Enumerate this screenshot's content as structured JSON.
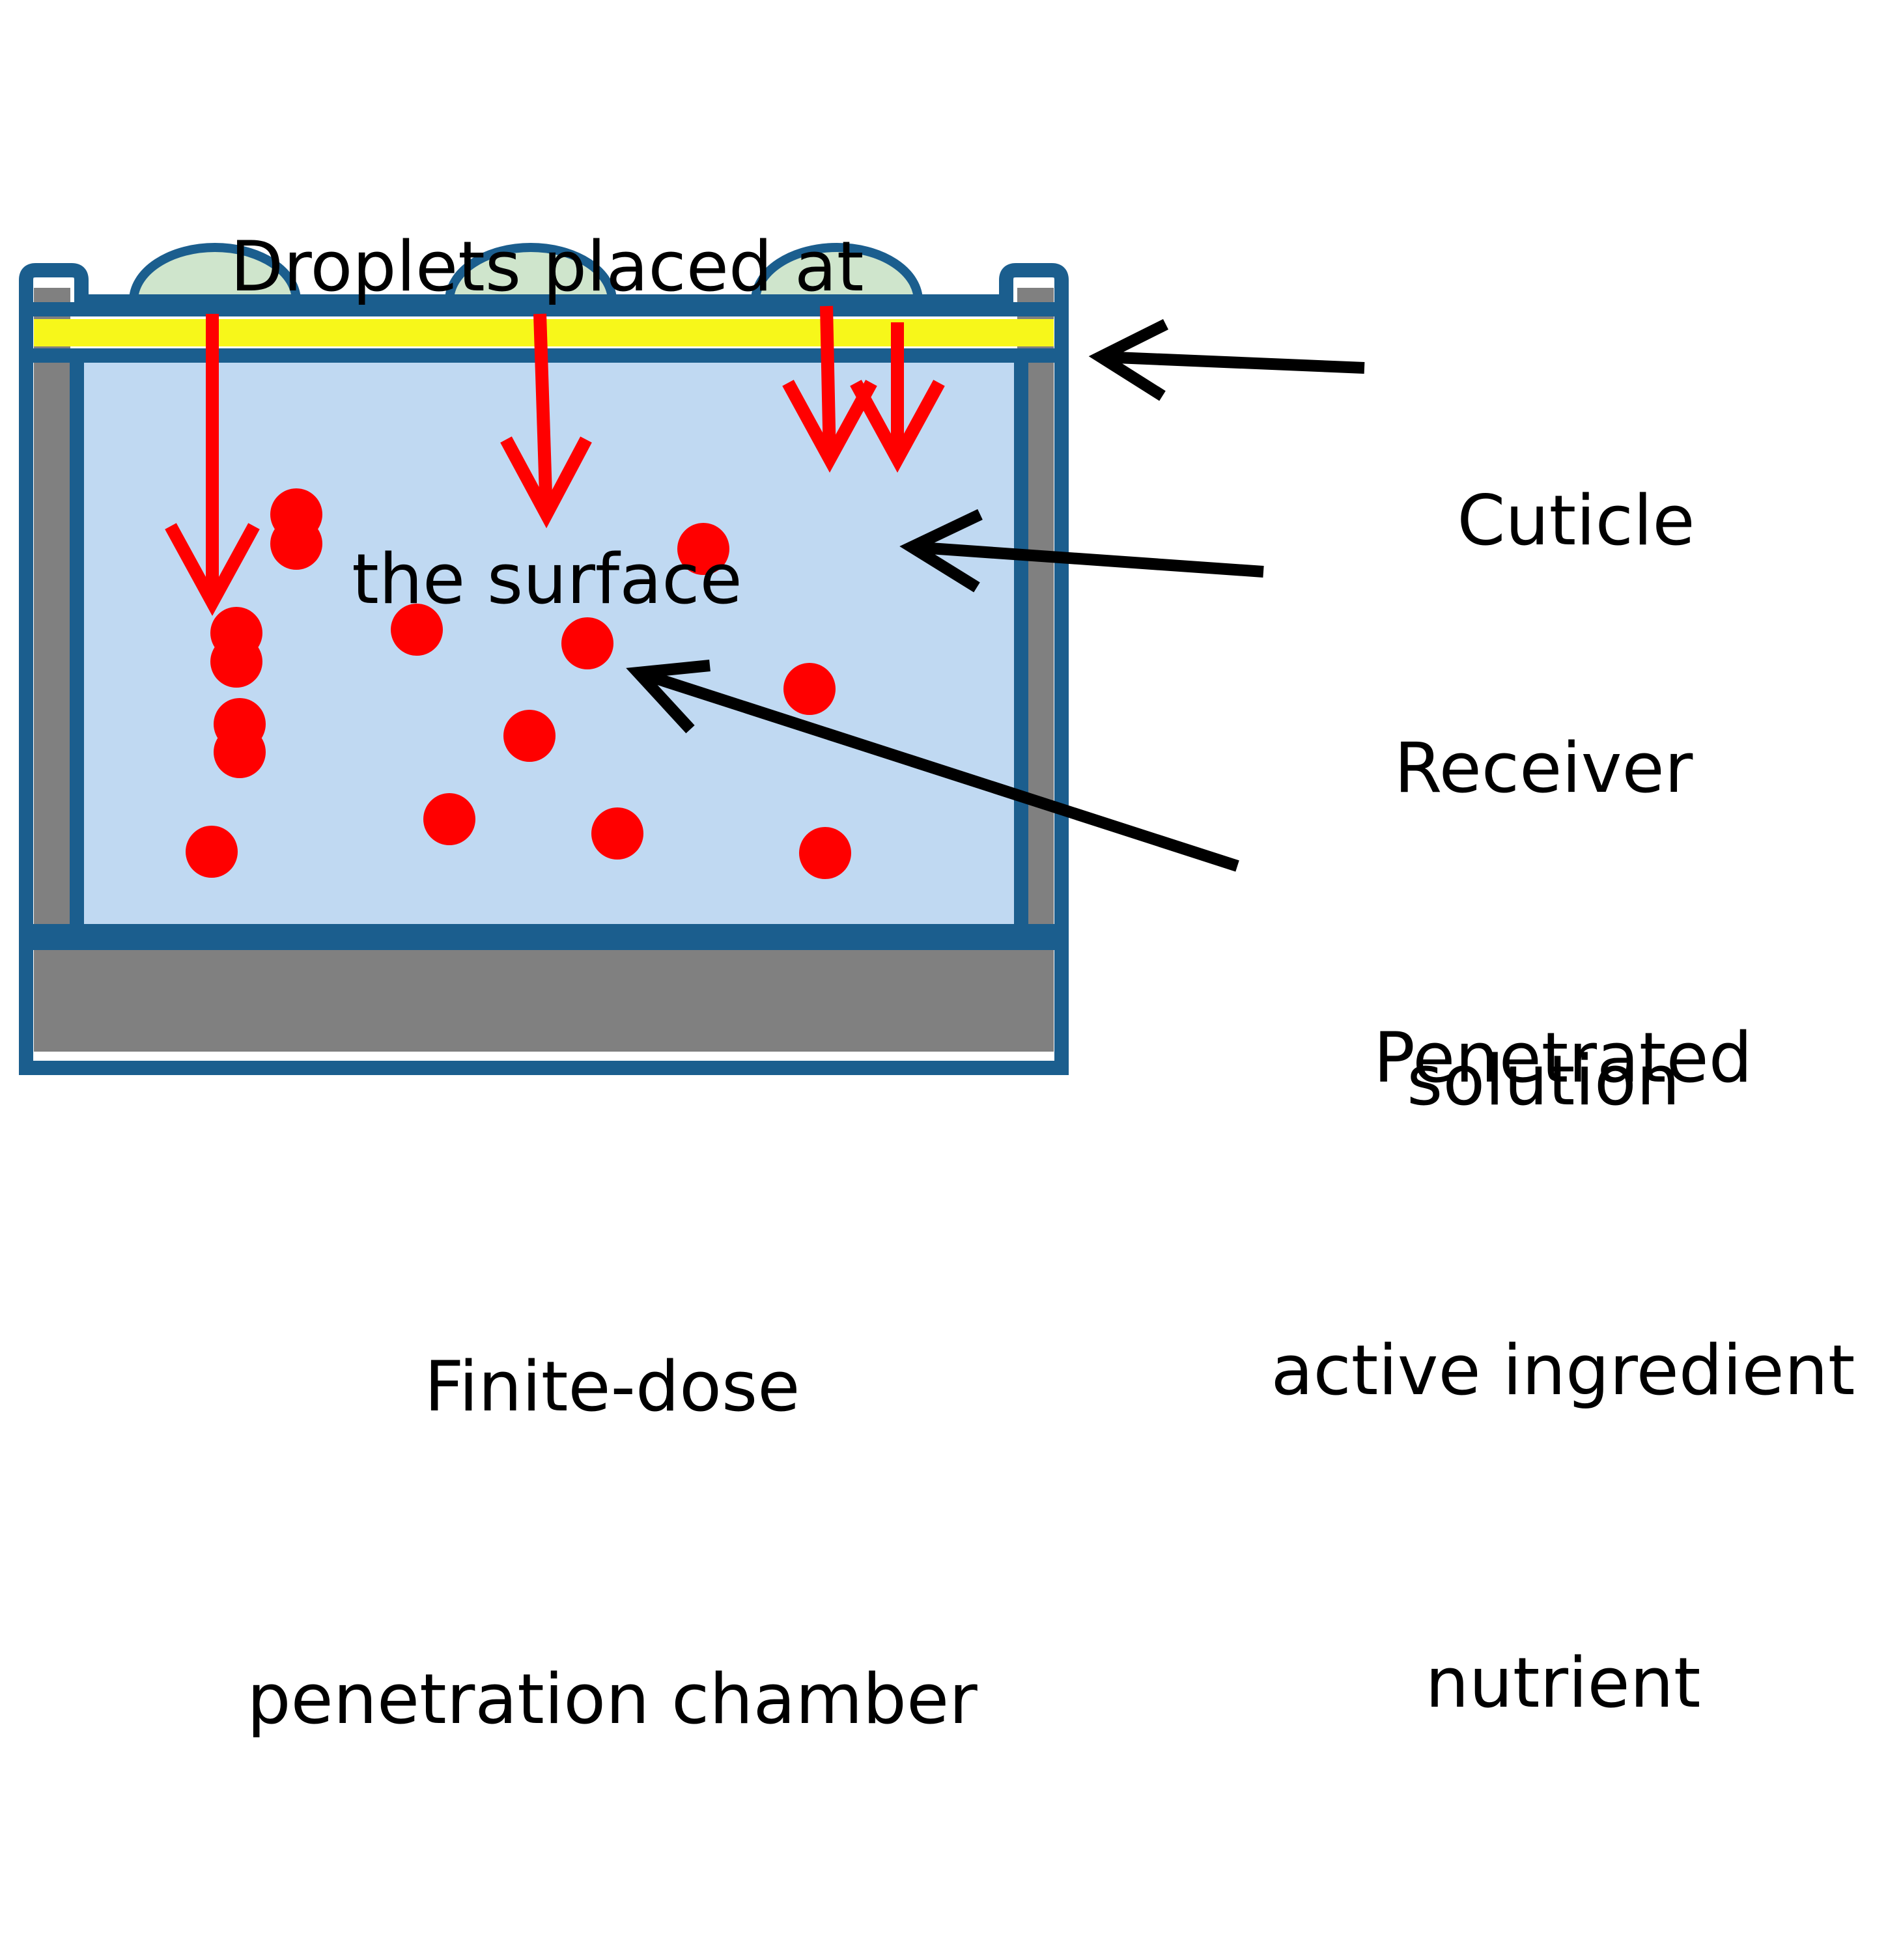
{
  "labels": {
    "droplets": [
      "Droplets placed at",
      "the surface"
    ],
    "cuticle": "Cuticle",
    "receiver": [
      "Receiver",
      "solution"
    ],
    "penetrated": [
      "Penetrated",
      "active ingredient",
      "nutrient"
    ],
    "chamber": [
      "Finite-dose",
      "penetration chamber"
    ]
  },
  "colors": {
    "frame": "#1b5e8e",
    "liquid": "#c0d9f2",
    "cuticle": "#f7f71a",
    "wall": "#808080",
    "droplet_fill": "#cfe5cc",
    "particle": "#ff0000",
    "arrow": "#000000",
    "red_arrow": "#ff0000"
  }
}
